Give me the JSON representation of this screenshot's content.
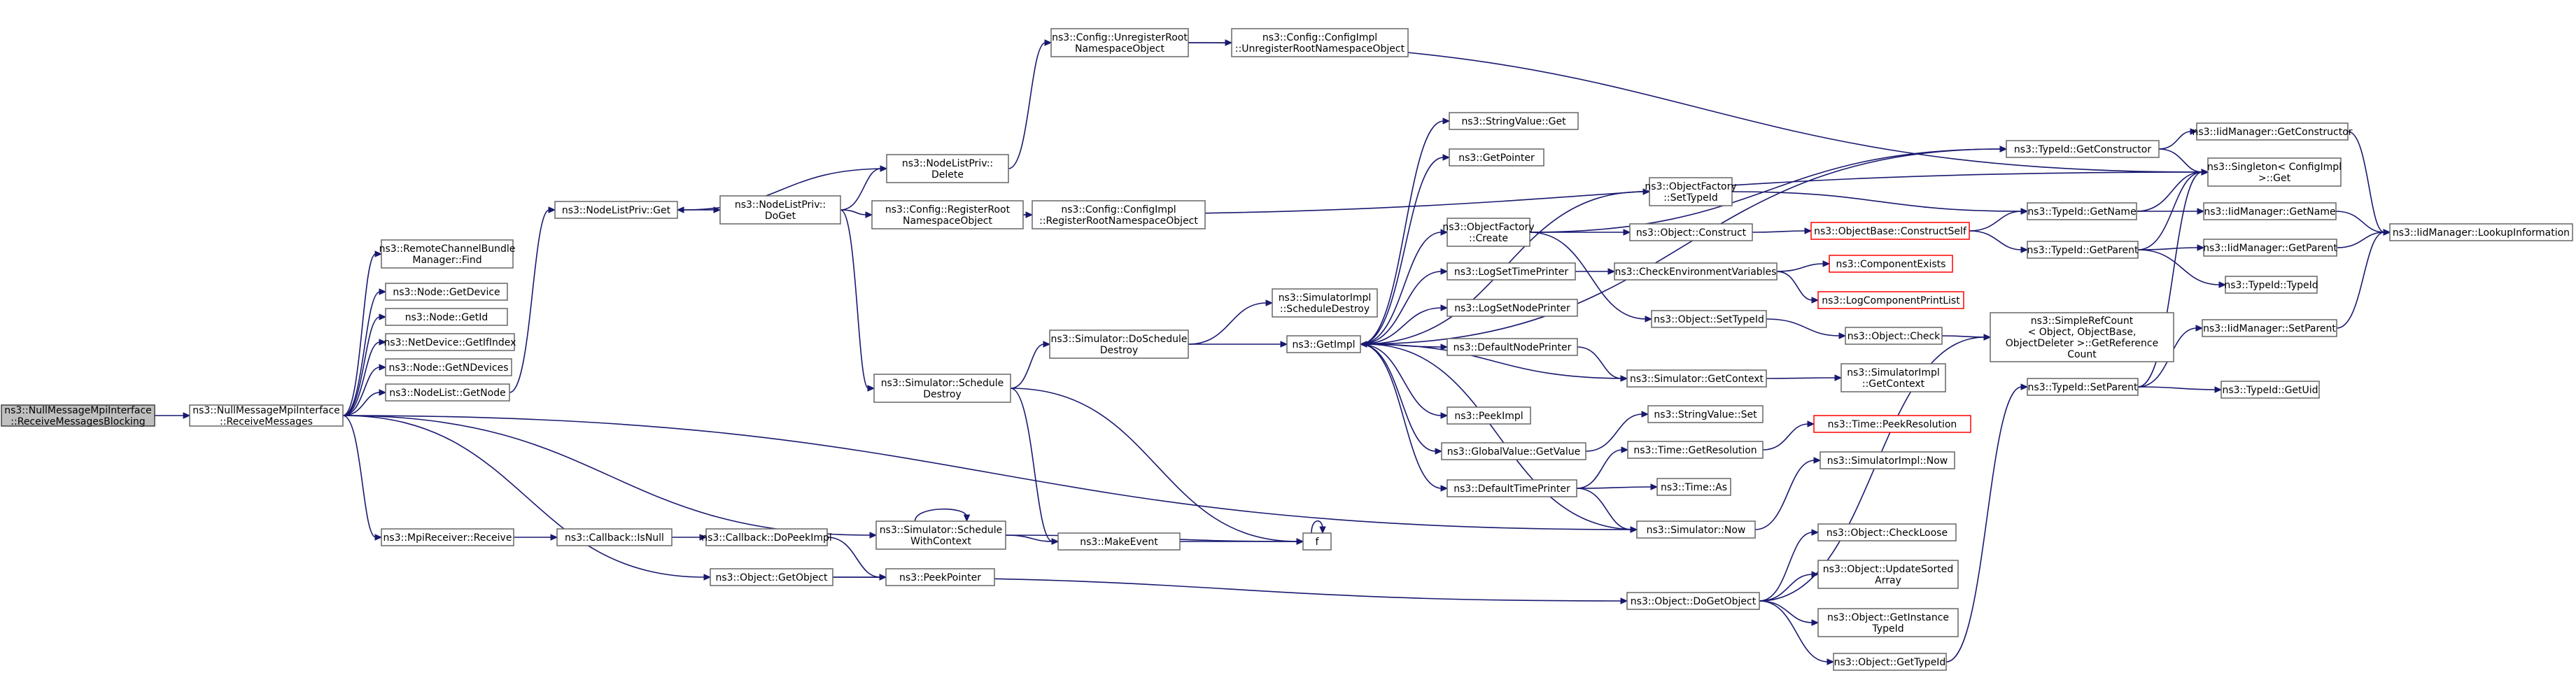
{
  "colors": {
    "edge": "#191970",
    "node_border": "#666666",
    "root_fill": "#bfbfbf",
    "red_border": "#ff0000"
  },
  "nodes": [
    {
      "id": "root",
      "lines": [
        "ns3::NullMessageMpiInterface",
        "::ReceiveMessagesBlocking"
      ],
      "style": "root"
    },
    {
      "id": "recv",
      "lines": [
        "ns3::NullMessageMpiInterface",
        "::ReceiveMessages"
      ]
    },
    {
      "id": "rcbfind",
      "lines": [
        "ns3::RemoteChannelBundle",
        "Manager::Find"
      ]
    },
    {
      "id": "nodegetdevice",
      "lines": [
        "ns3::Node::GetDevice"
      ]
    },
    {
      "id": "nodegetid",
      "lines": [
        "ns3::Node::GetId"
      ]
    },
    {
      "id": "netdevifindex",
      "lines": [
        "ns3::NetDevice::GetIfIndex"
      ]
    },
    {
      "id": "nodegetndev",
      "lines": [
        "ns3::Node::GetNDevices"
      ]
    },
    {
      "id": "nodelistgetnode",
      "lines": [
        "ns3::NodeList::GetNode"
      ]
    },
    {
      "id": "mpirecv",
      "lines": [
        "ns3::MpiReceiver::Receive"
      ]
    },
    {
      "id": "nlprivget",
      "lines": [
        "ns3::NodeListPriv::Get"
      ]
    },
    {
      "id": "nlprivdoget",
      "lines": [
        "ns3::NodeListPriv::",
        "DoGet"
      ]
    },
    {
      "id": "nlprivdelete",
      "lines": [
        "ns3::NodeListPriv::",
        "Delete"
      ]
    },
    {
      "id": "cfgunreg",
      "lines": [
        "ns3::Config::UnregisterRoot",
        "NamespaceObject"
      ]
    },
    {
      "id": "cfgimplunreg",
      "lines": [
        "ns3::Config::ConfigImpl",
        "::UnregisterRootNamespaceObject"
      ]
    },
    {
      "id": "cfgreg",
      "lines": [
        "ns3::Config::RegisterRoot",
        "NamespaceObject"
      ]
    },
    {
      "id": "cfgimplreg",
      "lines": [
        "ns3::Config::ConfigImpl",
        "::RegisterRootNamespaceObject"
      ]
    },
    {
      "id": "simschedule",
      "lines": [
        "ns3::Simulator::Schedule",
        "Destroy"
      ]
    },
    {
      "id": "simdoschedule",
      "lines": [
        "ns3::Simulator::DoSchedule",
        "Destroy"
      ]
    },
    {
      "id": "simimplschedule",
      "lines": [
        "ns3::SimulatorImpl",
        "::ScheduleDestroy"
      ]
    },
    {
      "id": "getimpl",
      "lines": [
        "ns3::GetImpl"
      ]
    },
    {
      "id": "callbackisnull",
      "lines": [
        "ns3::Callback::IsNull"
      ]
    },
    {
      "id": "callbackdopeek",
      "lines": [
        "ns3::Callback::DoPeekImpl"
      ]
    },
    {
      "id": "simschedctx",
      "lines": [
        "ns3::Simulator::Schedule",
        "WithContext"
      ]
    },
    {
      "id": "makeevent",
      "lines": [
        "ns3::MakeEvent"
      ]
    },
    {
      "id": "f",
      "lines": [
        "f"
      ]
    },
    {
      "id": "objgetobject",
      "lines": [
        "ns3::Object::GetObject"
      ]
    },
    {
      "id": "peekpointer",
      "lines": [
        "ns3::PeekPointer"
      ]
    },
    {
      "id": "stringvalueget",
      "lines": [
        "ns3::StringValue::Get"
      ]
    },
    {
      "id": "getpointer",
      "lines": [
        "ns3::GetPointer"
      ]
    },
    {
      "id": "objfactcreate",
      "lines": [
        "ns3::ObjectFactory",
        "::Create"
      ]
    },
    {
      "id": "logsettime",
      "lines": [
        "ns3::LogSetTimePrinter"
      ]
    },
    {
      "id": "logsetnode",
      "lines": [
        "ns3::LogSetNodePrinter"
      ]
    },
    {
      "id": "defnodeprinter",
      "lines": [
        "ns3::DefaultNodePrinter"
      ]
    },
    {
      "id": "peekimpl",
      "lines": [
        "ns3::PeekImpl"
      ]
    },
    {
      "id": "globalvalueget",
      "lines": [
        "ns3::GlobalValue::GetValue"
      ]
    },
    {
      "id": "deftimeprinter",
      "lines": [
        "ns3::DefaultTimePrinter"
      ]
    },
    {
      "id": "objfactsettype",
      "lines": [
        "ns3::ObjectFactory",
        "::SetTypeId"
      ]
    },
    {
      "id": "objconstruct",
      "lines": [
        "ns3::Object::Construct"
      ]
    },
    {
      "id": "checkenv",
      "lines": [
        "ns3::CheckEnvironmentVariables"
      ]
    },
    {
      "id": "objsettypeid",
      "lines": [
        "ns3::Object::SetTypeId"
      ]
    },
    {
      "id": "simgetcontext",
      "lines": [
        "ns3::Simulator::GetContext"
      ]
    },
    {
      "id": "stringvalueset",
      "lines": [
        "ns3::StringValue::Set"
      ]
    },
    {
      "id": "timegetres",
      "lines": [
        "ns3::Time::GetResolution"
      ]
    },
    {
      "id": "timeas",
      "lines": [
        "ns3::Time::As"
      ]
    },
    {
      "id": "simnow",
      "lines": [
        "ns3::Simulator::Now"
      ]
    },
    {
      "id": "objdoget",
      "lines": [
        "ns3::Object::DoGetObject"
      ]
    },
    {
      "id": "typeidgetctor",
      "lines": [
        "ns3::TypeId::GetConstructor"
      ]
    },
    {
      "id": "objbaseconstruct",
      "lines": [
        "ns3::ObjectBase::ConstructSelf"
      ],
      "style": "red"
    },
    {
      "id": "compexists",
      "lines": [
        "ns3::ComponentExists"
      ],
      "style": "red"
    },
    {
      "id": "logcompprint",
      "lines": [
        "ns3::LogComponentPrintList"
      ],
      "style": "red"
    },
    {
      "id": "objcheck",
      "lines": [
        "ns3::Object::Check"
      ]
    },
    {
      "id": "simimplgetctx",
      "lines": [
        "ns3::SimulatorImpl",
        "::GetContext"
      ]
    },
    {
      "id": "timepeekres",
      "lines": [
        "ns3::Time::PeekResolution"
      ],
      "style": "red"
    },
    {
      "id": "simimplnow",
      "lines": [
        "ns3::SimulatorImpl::Now"
      ]
    },
    {
      "id": "objcheckloose",
      "lines": [
        "ns3::Object::CheckLoose"
      ]
    },
    {
      "id": "objupdsorted",
      "lines": [
        "ns3::Object::UpdateSorted",
        "Array"
      ]
    },
    {
      "id": "objgetinst",
      "lines": [
        "ns3::Object::GetInstance",
        "TypeId"
      ]
    },
    {
      "id": "objgettypeid",
      "lines": [
        "ns3::Object::GetTypeId"
      ]
    },
    {
      "id": "typeidgetname",
      "lines": [
        "ns3::TypeId::GetName"
      ]
    },
    {
      "id": "typeidgetparent",
      "lines": [
        "ns3::TypeId::GetParent"
      ]
    },
    {
      "id": "simplerefcount",
      "lines": [
        "ns3::SimpleRefCount",
        "< Object, ObjectBase,",
        "ObjectDeleter >::GetReference",
        "Count"
      ]
    },
    {
      "id": "typeidsetparent",
      "lines": [
        "ns3::TypeId::SetParent"
      ]
    },
    {
      "id": "idmgetctor",
      "lines": [
        "ns3::IidManager::GetConstructor"
      ]
    },
    {
      "id": "singleton",
      "lines": [
        "ns3::Singleton< ConfigImpl",
        ">::Get"
      ]
    },
    {
      "id": "idmgetname",
      "lines": [
        "ns3::IidManager::GetName"
      ]
    },
    {
      "id": "idmgetparent",
      "lines": [
        "ns3::IidManager::GetParent"
      ]
    },
    {
      "id": "typeidctor",
      "lines": [
        "ns3::TypeId::TypeId"
      ]
    },
    {
      "id": "idmsetparent",
      "lines": [
        "ns3::IidManager::SetParent"
      ]
    },
    {
      "id": "typeidgetuid",
      "lines": [
        "ns3::TypeId::GetUid"
      ]
    },
    {
      "id": "idmlookup",
      "lines": [
        "ns3::IidManager::LookupInformation"
      ]
    }
  ],
  "edges": [
    [
      "root",
      "recv"
    ],
    [
      "recv",
      "rcbfind"
    ],
    [
      "recv",
      "nodegetdevice"
    ],
    [
      "recv",
      "nodegetid"
    ],
    [
      "recv",
      "netdevifindex"
    ],
    [
      "recv",
      "nodegetndev"
    ],
    [
      "recv",
      "nodelistgetnode"
    ],
    [
      "recv",
      "mpirecv"
    ],
    [
      "recv",
      "simschedctx"
    ],
    [
      "recv",
      "objgetobject"
    ],
    [
      "recv",
      "simnow"
    ],
    [
      "nodelistgetnode",
      "nlprivget"
    ],
    [
      "nlprivget",
      "nlprivdoget"
    ],
    [
      "nlprivdoget",
      "nlprivdelete"
    ],
    [
      "nlprivdoget",
      "cfgreg"
    ],
    [
      "nlprivdoget",
      "simschedule"
    ],
    [
      "nlprivdelete",
      "nlprivget"
    ],
    [
      "nlprivdelete",
      "cfgunreg"
    ],
    [
      "cfgunreg",
      "cfgimplunreg"
    ],
    [
      "cfgunreg",
      "singleton"
    ],
    [
      "cfgreg",
      "cfgimplreg"
    ],
    [
      "cfgreg",
      "singleton"
    ],
    [
      "simschedule",
      "simdoschedule"
    ],
    [
      "simschedule",
      "makeevent"
    ],
    [
      "simschedule",
      "f"
    ],
    [
      "simdoschedule",
      "simimplschedule"
    ],
    [
      "simdoschedule",
      "getimpl"
    ],
    [
      "mpirecv",
      "callbackisnull"
    ],
    [
      "callbackisnull",
      "callbackdopeek"
    ],
    [
      "callbackdopeek",
      "peekpointer"
    ],
    [
      "simschedctx",
      "simschedctx"
    ],
    [
      "simschedctx",
      "makeevent"
    ],
    [
      "simschedctx",
      "f"
    ],
    [
      "makeevent",
      "f"
    ],
    [
      "f",
      "f"
    ],
    [
      "objgetobject",
      "peekpointer"
    ],
    [
      "objgetobject",
      "objdoget"
    ],
    [
      "getimpl",
      "stringvalueget"
    ],
    [
      "getimpl",
      "getpointer"
    ],
    [
      "getimpl",
      "objfactcreate"
    ],
    [
      "getimpl",
      "logsettime"
    ],
    [
      "getimpl",
      "logsetnode"
    ],
    [
      "getimpl",
      "defnodeprinter"
    ],
    [
      "getimpl",
      "peekimpl"
    ],
    [
      "getimpl",
      "globalvalueget"
    ],
    [
      "getimpl",
      "deftimeprinter"
    ],
    [
      "getimpl",
      "typeidgetctor"
    ],
    [
      "getimpl",
      "objfactsettype"
    ],
    [
      "objfactcreate",
      "objconstruct"
    ],
    [
      "objfactcreate",
      "objsettypeid"
    ],
    [
      "objfactcreate",
      "typeidgetctor"
    ],
    [
      "logsettime",
      "checkenv"
    ],
    [
      "defnodeprinter",
      "simgetcontext"
    ],
    [
      "globalvalueget",
      "stringvalueset"
    ],
    [
      "deftimeprinter",
      "timegetres"
    ],
    [
      "deftimeprinter",
      "timeas"
    ],
    [
      "deftimeprinter",
      "simnow"
    ],
    [
      "objfactsettype",
      "typeidgetname"
    ],
    [
      "objconstruct",
      "objbaseconstruct"
    ],
    [
      "checkenv",
      "compexists"
    ],
    [
      "checkenv",
      "logcompprint"
    ],
    [
      "objsettypeid",
      "objcheck"
    ],
    [
      "simgetcontext",
      "getimpl"
    ],
    [
      "simgetcontext",
      "simimplgetctx"
    ],
    [
      "timegetres",
      "timepeekres"
    ],
    [
      "simnow",
      "getimpl"
    ],
    [
      "simnow",
      "simimplnow"
    ],
    [
      "objdoget",
      "objcheckloose"
    ],
    [
      "objdoget",
      "objupdsorted"
    ],
    [
      "objdoget",
      "objgetinst"
    ],
    [
      "objdoget",
      "objgettypeid"
    ],
    [
      "objdoget",
      "simplerefcount"
    ],
    [
      "objbaseconstruct",
      "typeidgetname"
    ],
    [
      "objbaseconstruct",
      "typeidgetparent"
    ],
    [
      "objcheck",
      "simplerefcount"
    ],
    [
      "objgettypeid",
      "typeidsetparent"
    ],
    [
      "typeidgetctor",
      "idmgetctor"
    ],
    [
      "typeidgetctor",
      "singleton"
    ],
    [
      "typeidgetname",
      "singleton"
    ],
    [
      "typeidgetname",
      "idmgetname"
    ],
    [
      "typeidgetparent",
      "singleton"
    ],
    [
      "typeidgetparent",
      "idmgetparent"
    ],
    [
      "typeidgetparent",
      "typeidctor"
    ],
    [
      "typeidsetparent",
      "singleton"
    ],
    [
      "typeidsetparent",
      "idmsetparent"
    ],
    [
      "typeidsetparent",
      "typeidgetuid"
    ],
    [
      "idmgetctor",
      "idmlookup"
    ],
    [
      "idmgetname",
      "idmlookup"
    ],
    [
      "idmgetparent",
      "idmlookup"
    ],
    [
      "idmsetparent",
      "idmlookup"
    ]
  ]
}
